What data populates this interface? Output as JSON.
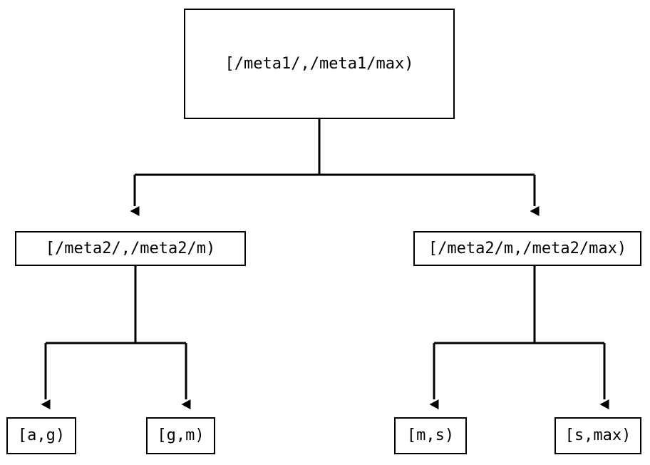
{
  "diagram": {
    "type": "tree",
    "title": "",
    "background_color": "#ffffff",
    "line_color": "#000000",
    "box_border_color": "#000000",
    "box_fill_color": "#ffffff",
    "arrow_style": "filled-triangle",
    "nodes": {
      "root": {
        "label": "[/meta1/,/meta1/max)"
      },
      "level2": [
        {
          "label": "[/meta2/,/meta2/m)"
        },
        {
          "label": "[/meta2/m,/meta2/max)"
        }
      ],
      "leaves": [
        {
          "label": "[a,g)"
        },
        {
          "label": "[g,m)"
        },
        {
          "label": "[m,s)"
        },
        {
          "label": "[s,max)"
        }
      ]
    }
  }
}
